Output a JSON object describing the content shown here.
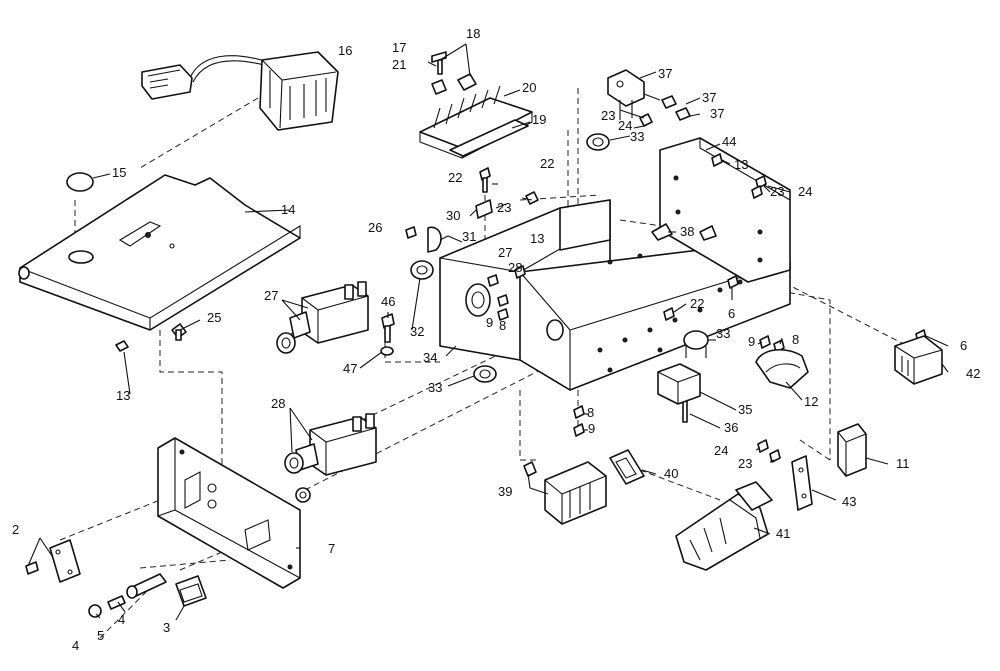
{
  "diagram": {
    "labels": {
      "c16": "16",
      "c17": "17",
      "c18": "18",
      "c21": "21",
      "c20": "20",
      "c19": "19",
      "c15": "15",
      "c14": "14",
      "c25": "25",
      "c13a": "13",
      "c27a": "27",
      "c28a": "28",
      "c26": "26",
      "c31": "31",
      "c30": "30",
      "c22a": "22",
      "c22b": "22",
      "c23a": "23",
      "c27b": "27",
      "c28b": "28",
      "c13b": "13",
      "c9a": "9",
      "c8a": "8",
      "c32": "32",
      "c46": "46",
      "c47": "47",
      "c34": "34",
      "c33a": "33",
      "c33b": "33",
      "c37a": "37",
      "c37b": "37",
      "c37c": "37",
      "c23b": "23",
      "c24a": "24",
      "c33c": "33",
      "c44": "44",
      "c13c": "13",
      "c23c": "23",
      "c24b": "24",
      "c38": "38",
      "c22c": "22",
      "c6a": "6",
      "c9b": "9",
      "c8b": "8",
      "c6b": "6",
      "c42": "42",
      "c12": "12",
      "c35": "35",
      "c36": "36",
      "c8c": "8",
      "c9c": "9",
      "c24c": "24",
      "c23d": "23",
      "c11": "11",
      "c39": "39",
      "c40": "40",
      "c43": "43",
      "c41": "41",
      "c2": "2",
      "c7": "7",
      "c4a": "4",
      "c5": "5",
      "c4b": "4",
      "c3": "3"
    }
  }
}
